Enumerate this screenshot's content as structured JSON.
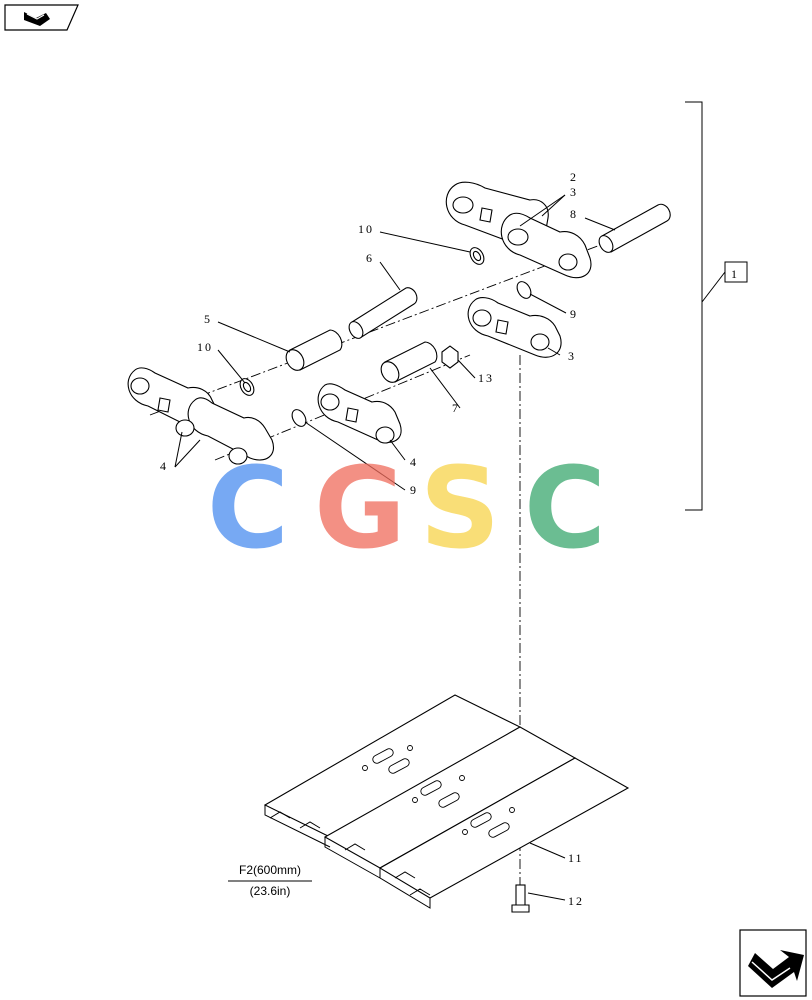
{
  "nav": {
    "prev_icon": "page-back-arrow-icon",
    "next_icon": "page-forward-arrow-icon"
  },
  "callouts": {
    "c1": "1",
    "c2": "2",
    "c3a": "3",
    "c3b": "3",
    "c4a": "4",
    "c4b": "4",
    "c5": "5",
    "c6": "6",
    "c7": "7",
    "c8": "8",
    "c9a": "9",
    "c9b": "9",
    "c10a": "10",
    "c10b": "10",
    "c11": "11",
    "c12": "12",
    "c13": "13"
  },
  "variant": {
    "line1": "F2(600mm)",
    "line2": "(23.6in)"
  },
  "watermark": {
    "letters": [
      "C",
      "G",
      "S",
      "C"
    ],
    "colors": [
      "#4a8df0",
      "#ef6b5b",
      "#f7d44a",
      "#3aa86e"
    ]
  }
}
